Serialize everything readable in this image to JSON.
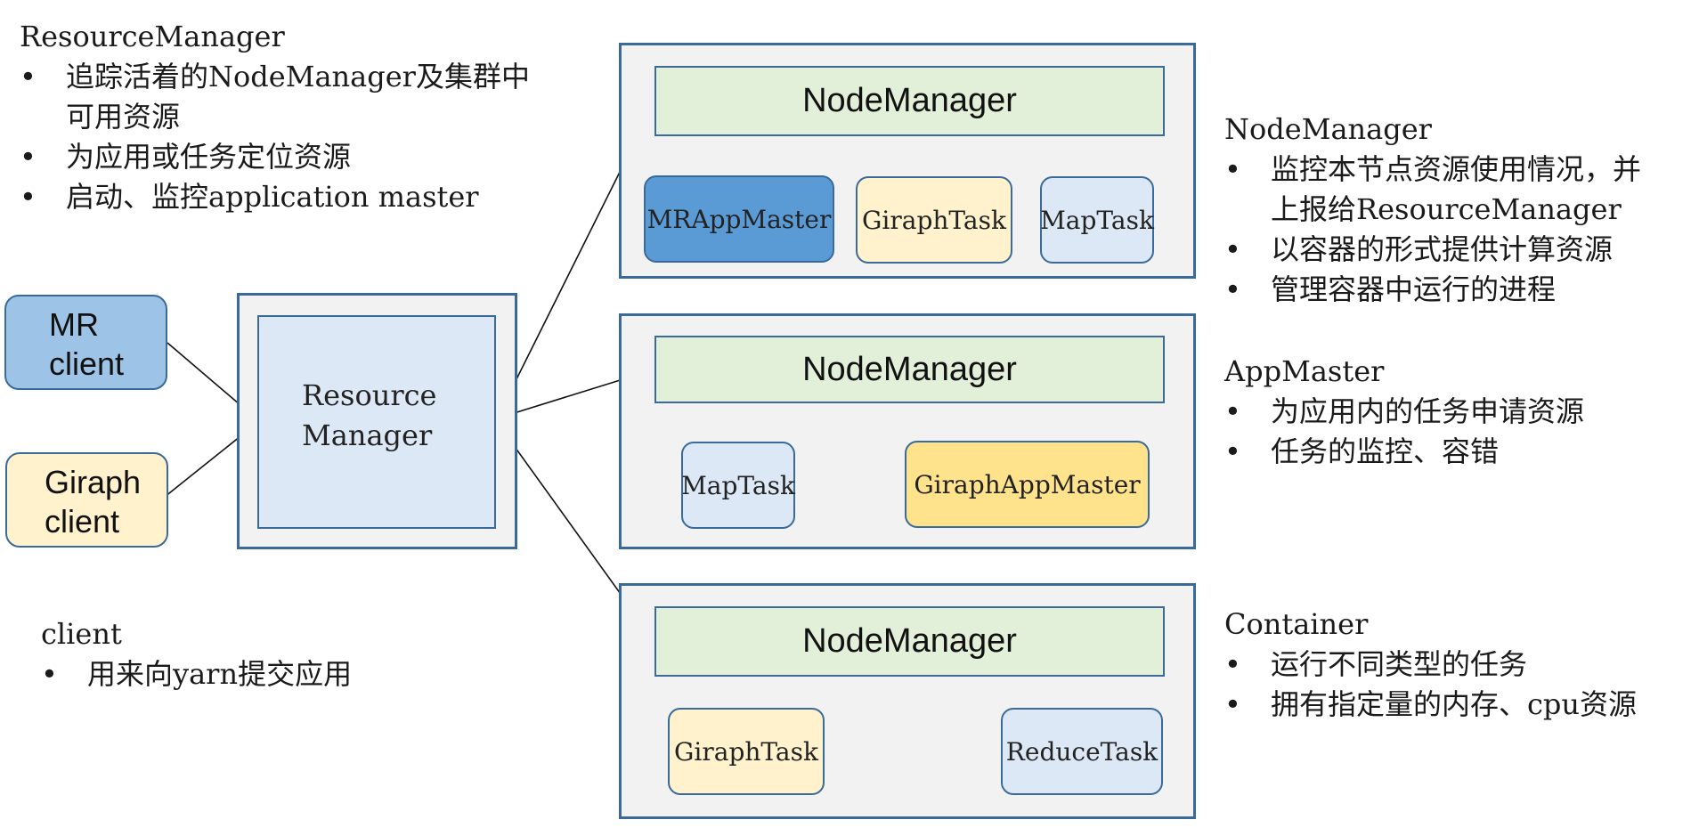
{
  "notes": {
    "resource_manager": {
      "title": "ResourceManager",
      "items": [
        {
          "line1": "追踪活着的NodeManager及集群中",
          "line2": "可用资源"
        },
        {
          "line1": "为应用或任务定位资源",
          "line2": ""
        },
        {
          "line1": "启动、监控application master",
          "line2": ""
        }
      ]
    },
    "client": {
      "title": "client",
      "items": [
        {
          "line1": "用来向yarn提交应用"
        }
      ]
    },
    "node_manager": {
      "title": "NodeManager",
      "items": [
        {
          "line1": "监控本节点资源使用情况，并",
          "line2": "上报给ResourceManager"
        },
        {
          "line1": "以容器的形式提供计算资源",
          "line2": ""
        },
        {
          "line1": "管理容器中运行的进程",
          "line2": ""
        }
      ]
    },
    "app_master": {
      "title": "AppMaster",
      "items": [
        {
          "line1": "为应用内的任务申请资源"
        },
        {
          "line1": "任务的监控、容错"
        }
      ]
    },
    "container": {
      "title": "Container",
      "items": [
        {
          "line1": "运行不同类型的任务"
        },
        {
          "line1": "拥有指定量的内存、cpu资源"
        }
      ]
    }
  },
  "clients": {
    "mr": {
      "line1": "MR",
      "line2": "client"
    },
    "giraph": {
      "line1": "Giraph",
      "line2": "client"
    }
  },
  "resource_manager_box": {
    "line1": "Resource",
    "line2": "Manager"
  },
  "node_groups": [
    {
      "label": "NodeManager",
      "tasks": [
        "MRAppMaster",
        "GiraphTask",
        "MapTask"
      ]
    },
    {
      "label": "NodeManager",
      "tasks": [
        "MapTask",
        "GiraphAppMaster"
      ]
    },
    {
      "label": "NodeManager",
      "tasks": [
        "GiraphTask",
        "ReduceTask"
      ]
    }
  ],
  "colors": {
    "border": "#3a6a9a",
    "group_bg": "#f2f2f2",
    "nodemanager_bg": "#e2efd9",
    "mrappmaster_bg": "#5b9bd5",
    "light_blue_bg": "#dce8f5",
    "light_yellow_bg": "#fff2cc",
    "yellow_bg": "#ffe38c",
    "mr_client_bg": "#9dc3e6"
  }
}
